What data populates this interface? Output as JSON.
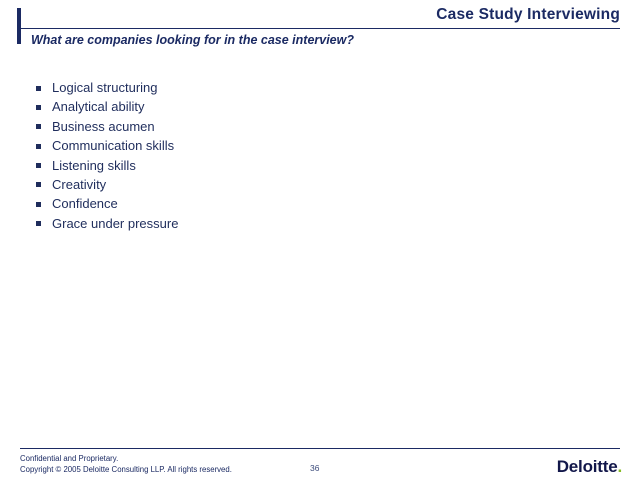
{
  "slide": {
    "title": "Case Study Interviewing",
    "subtitle": "What are companies looking for in the case interview?",
    "bullets": [
      {
        "label": "Logical structuring"
      },
      {
        "label": "Analytical ability"
      },
      {
        "label": "Business acumen"
      },
      {
        "label": "Communication skills"
      },
      {
        "label": "Listening skills"
      },
      {
        "label": "Creativity"
      },
      {
        "label": "Confidence"
      },
      {
        "label": "Grace under pressure"
      }
    ]
  },
  "footer": {
    "legal_line_1": "Confidential and Proprietary.",
    "legal_line_2": "Copyright © 2005 Deloitte Consulting LLP.  All rights reserved.",
    "page_number": "36",
    "logo_text": "Deloitte",
    "logo_dot": "."
  },
  "colors": {
    "brand_navy": "#1b2a63",
    "body_navy": "#1f2d5c",
    "logo_navy": "#12174a",
    "logo_green": "#86bc25",
    "background": "#ffffff"
  }
}
